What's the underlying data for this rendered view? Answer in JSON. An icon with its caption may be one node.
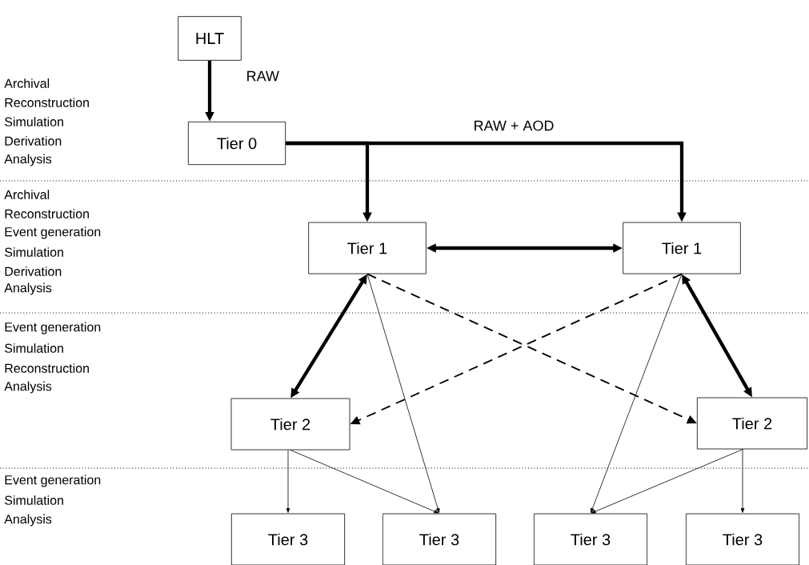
{
  "diagram": {
    "nodes": [
      {
        "text": [
          "HLT"
        ]
      },
      {
        "text": [
          "Tier 0"
        ]
      },
      {
        "text": [
          "Tier 1"
        ]
      },
      {
        "text": [
          "Tier 1"
        ]
      },
      {
        "text": [
          "Tier 2"
        ]
      },
      {
        "text": [
          "Tier 2"
        ]
      },
      {
        "text": [
          "Tier 3"
        ]
      },
      {
        "text": [
          "Tier 3"
        ]
      },
      {
        "text": [
          "Tier 3"
        ]
      },
      {
        "text": [
          "Tier 3"
        ]
      }
    ],
    "edges": [
      {
        "from": 0,
        "to": 1,
        "arrow": "to",
        "style": "thick",
        "label": "RAW"
      },
      {
        "from": 1,
        "to": 2,
        "arrow": "to",
        "style": "thick"
      },
      {
        "from": 1,
        "to": 3,
        "arrow": "to",
        "style": "thick",
        "label": "RAW + AOD"
      },
      {
        "from": 2,
        "to": 3,
        "arrow": "both",
        "style": "thick"
      },
      {
        "from": 2,
        "to": 4,
        "arrow": "both",
        "style": "thick"
      },
      {
        "from": 3,
        "to": 5,
        "arrow": "both",
        "style": "thick"
      },
      {
        "from": 2,
        "to": 5,
        "arrow": "to",
        "style": "dashed"
      },
      {
        "from": 3,
        "to": 4,
        "arrow": "to",
        "style": "dashed"
      },
      {
        "from": 2,
        "to": 7,
        "arrow": "to"
      },
      {
        "from": 3,
        "to": 8,
        "arrow": "to"
      },
      {
        "from": 4,
        "to": 6,
        "arrow": "to"
      },
      {
        "from": 4,
        "to": 7,
        "arrow": "to"
      },
      {
        "from": 5,
        "to": 8,
        "arrow": "to"
      },
      {
        "from": 5,
        "to": 9,
        "arrow": "to"
      }
    ],
    "labels": [
      "Archival",
      "Reconstruction",
      "Simulation",
      "Derivation",
      "Analysis",
      "Archival",
      "Reconstruction",
      "Event generation",
      "Simulation",
      "Derivation",
      "Analysis",
      "Event generation",
      "Simulation",
      "Reconstruction",
      "Analysis",
      "Event generation",
      "Simulation",
      "Analysis"
    ]
  }
}
